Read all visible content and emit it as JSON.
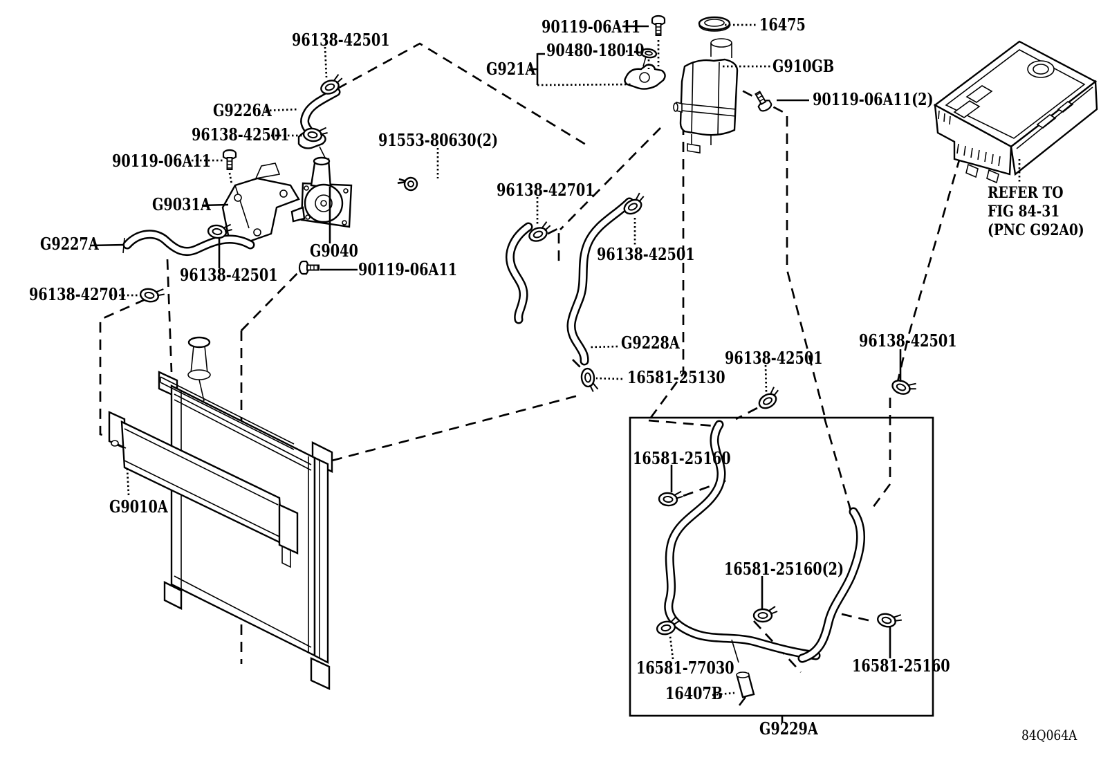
{
  "colors": {
    "ink": "#000000",
    "background": "#ffffff"
  },
  "labels": [
    {
      "text": "96138-42501"
    },
    {
      "text": "90119-06A11"
    },
    {
      "text": "16475"
    },
    {
      "text": "90480-18010"
    },
    {
      "text": "G921A"
    },
    {
      "text": "G910GB"
    },
    {
      "text": "90119-06A11(2)"
    },
    {
      "text": "G9226A"
    },
    {
      "text": "96138-42501"
    },
    {
      "text": "91553-80630(2)"
    },
    {
      "text": "90119-06A11"
    },
    {
      "text": "G9031A"
    },
    {
      "text": "G9227A"
    },
    {
      "text": "G9040"
    },
    {
      "text": "90119-06A11"
    },
    {
      "text": "96138-42501"
    },
    {
      "text": "96138-42701"
    },
    {
      "text": "96138-42701"
    },
    {
      "text": "96138-42501"
    },
    {
      "text": "G9228A"
    },
    {
      "text": "16581-25130"
    },
    {
      "text": "96138-42501"
    },
    {
      "text": "96138-42501"
    },
    {
      "text": "16581-25160"
    },
    {
      "text": "16581-25160(2)"
    },
    {
      "text": "16581-77030"
    },
    {
      "text": "16407B"
    },
    {
      "text": "16581-25160"
    },
    {
      "text": "G9010A"
    },
    {
      "text": "G9229A"
    }
  ],
  "note": {
    "line1": "REFER TO",
    "line2": "FIG 84-31",
    "line3": "(PNC G92A0)"
  },
  "diagram_code": "84Q064A"
}
